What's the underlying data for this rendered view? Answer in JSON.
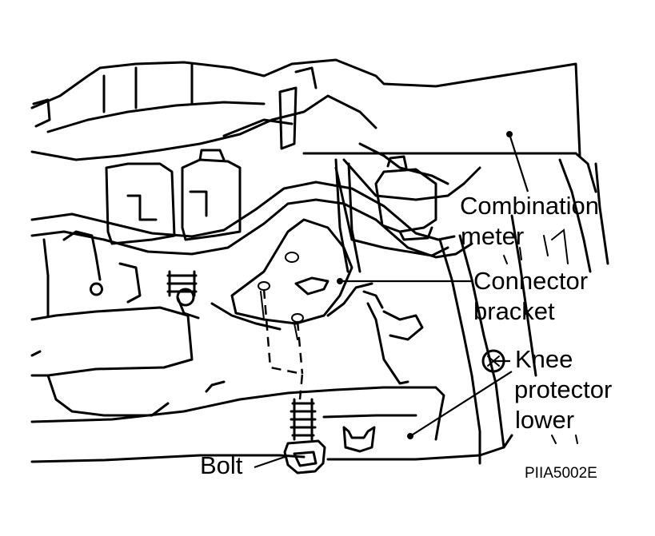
{
  "labels": {
    "combination_meter_line1": "Combination",
    "combination_meter_line2": "meter",
    "connector_bracket_line1": "Connector",
    "connector_bracket_line2": "bracket",
    "knee_protector_line1": "Knee",
    "knee_protector_line2": "protector",
    "knee_protector_line3": "lower",
    "bolt": "Bolt"
  },
  "figure_code": "PIIA5002E"
}
